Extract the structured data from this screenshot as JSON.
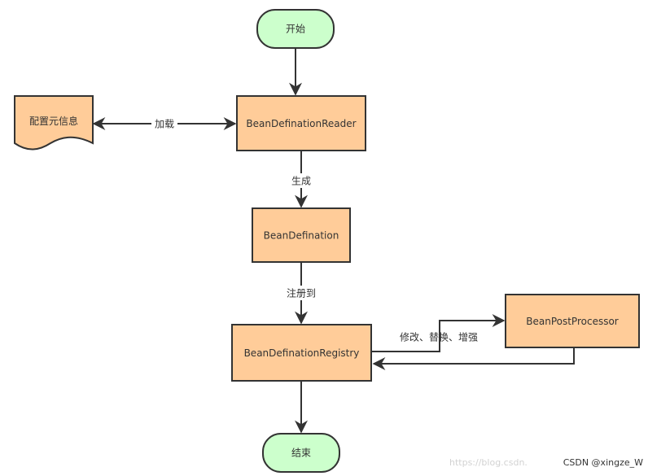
{
  "colors": {
    "terminal_fill": "#CCFFCC",
    "process_fill": "#FFCC99",
    "document_fill": "#FFCC99",
    "stroke": "#333333",
    "text": "#333333",
    "watermark_faint": "#d2d2d2",
    "watermark_dark": "#333333"
  },
  "nodes": {
    "start": {
      "label": "开始",
      "shape": "terminal"
    },
    "config": {
      "label": "配置元信息",
      "shape": "document"
    },
    "reader": {
      "label": "BeanDefinationReader",
      "shape": "process"
    },
    "definition": {
      "label": "BeanDefination",
      "shape": "process"
    },
    "registry": {
      "label": "BeanDefinationRegistry",
      "shape": "process"
    },
    "postprocessor": {
      "label": "BeanPostProcessor",
      "shape": "process"
    },
    "end": {
      "label": "结束",
      "shape": "terminal"
    }
  },
  "edges": {
    "load": {
      "label": "加载",
      "from": "config",
      "to": "reader",
      "bidirectional": true
    },
    "generate": {
      "label": "生成",
      "from": "reader",
      "to": "definition"
    },
    "register": {
      "label": "注册到",
      "from": "definition",
      "to": "registry"
    },
    "modify": {
      "label": "修改、替换、增强",
      "from": "registry",
      "to": "postprocessor"
    },
    "return": {
      "label": "",
      "from": "postprocessor",
      "to": "registry"
    },
    "start_to_reader": {
      "label": "",
      "from": "start",
      "to": "reader"
    },
    "registry_to_end": {
      "label": "",
      "from": "registry",
      "to": "end"
    }
  },
  "watermark": {
    "faint": "https://blog.csdn.",
    "dark": "CSDN @xingze_W"
  }
}
